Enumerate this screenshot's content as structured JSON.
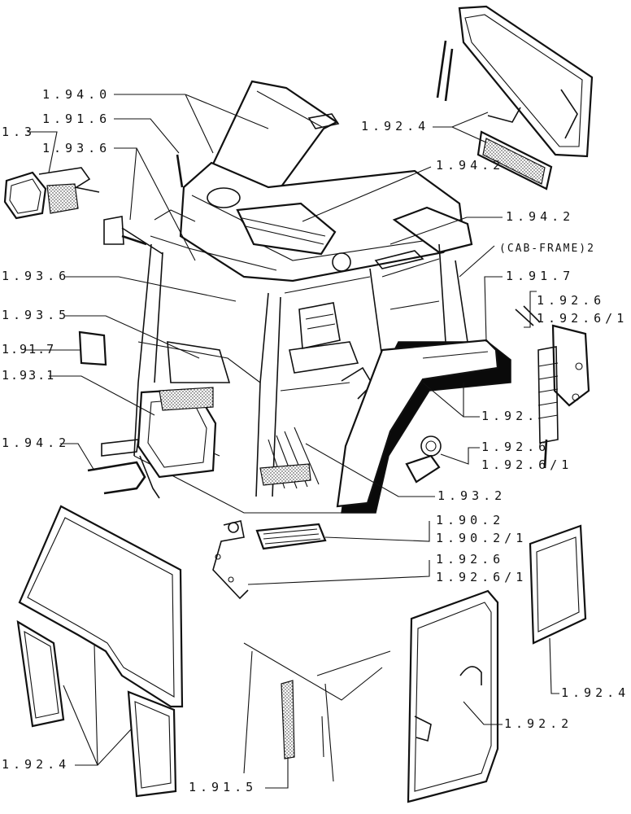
{
  "labels": {
    "l_1_94_0": "1.94.0",
    "l_1_91_6": "1.91.6",
    "l_1_3": "1.3",
    "l_1_93_6_top": "1.93.6",
    "l_1_92_4_top": "1.92.4",
    "l_1_94_2_top": "1.94.2",
    "l_1_94_2_mid": "1.94.2",
    "l_cab_frame": "(CAB-FRAME)2",
    "l_1_91_7_right": "1.91.7",
    "l_1_92_6_a": "1.92.6",
    "l_1_92_6_1_a": "1.92.6/1",
    "l_1_93_6_left": "1.93.6",
    "l_1_93_5": "1.93.5",
    "l_1_91_7_left": "1.91.7",
    "l_1_93_1": "1.93.1",
    "l_1_92_x": "1.92.",
    "l_1_92_6_b": "1.92.6",
    "l_1_92_6_1_b": "1.92.6/1",
    "l_1_94_2_left": "1.94.2",
    "l_1_93_2": "1.93.2",
    "l_1_90_2": "1.90.2",
    "l_1_90_2_1": "1.90.2/1",
    "l_1_92_6_c": "1.92.6",
    "l_1_92_6_1_c": "1.92.6/1",
    "l_1_92_4_right": "1.92.4",
    "l_1_92_2": "1.92.2",
    "l_1_92_4_bottom": "1.92.4",
    "l_1_91_5": "1.91.5"
  }
}
